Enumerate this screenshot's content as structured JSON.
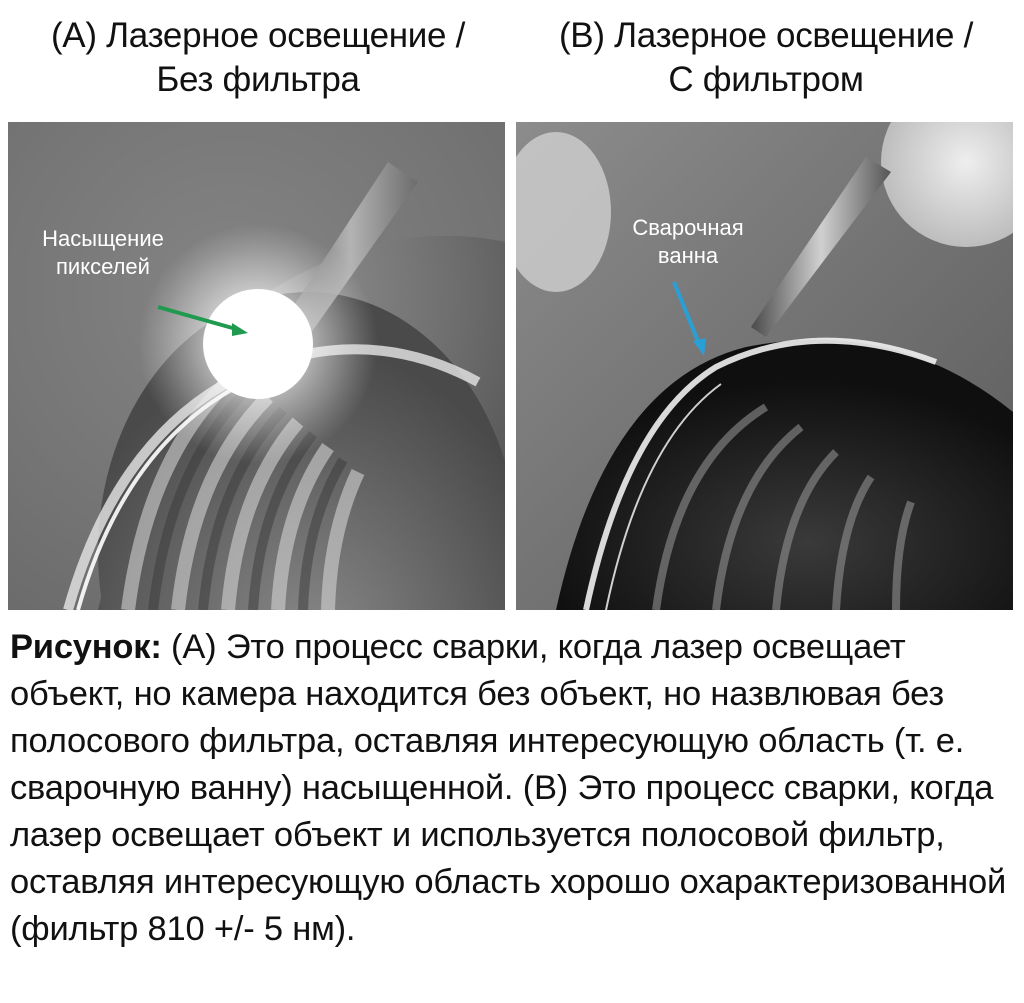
{
  "panels": [
    {
      "title_line1": "(A) Лазерное освещение /",
      "title_line2": "Без фильтра",
      "annotation_line1": "Насыщение",
      "annotation_line2": "пикселей"
    },
    {
      "title_line1": "(B) Лазерное освещение /",
      "title_line2": "С фильтром",
      "annotation_line1": "Сварочная",
      "annotation_line2": "ванна"
    }
  ],
  "caption": {
    "lead": "Рисунок:",
    "text": " (A) Это процесс сварки, когда лазер освещает объект, но камера находится без объект, но назвлювая без полосового фильтра, оставляя интересующую область (т. е. сварочную ванну) насыщенной. (B) Это процесс сварки, когда лазер освещает объект и используется полосовой фильтр, оставляя интересующую область хорошо охарактеризованной (фильтр 810 +/- 5 нм)."
  },
  "colors": {
    "arrow_a": "#1f9a4f",
    "arrow_b": "#2a9fd6"
  }
}
